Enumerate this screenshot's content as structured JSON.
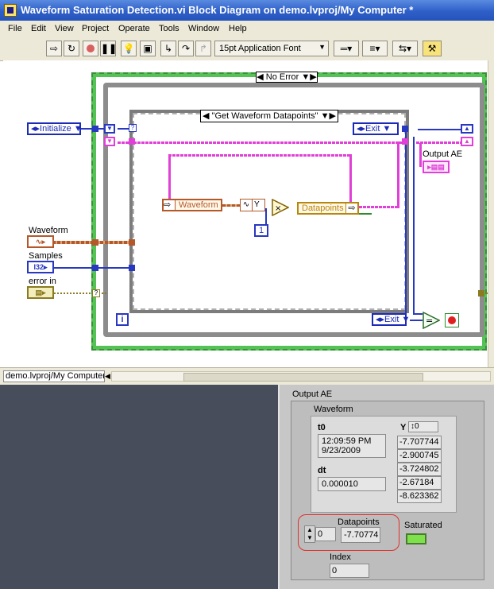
{
  "window": {
    "title": "Waveform Saturation Detection.vi Block Diagram on demo.lvproj/My Computer *"
  },
  "menu": [
    "File",
    "Edit",
    "View",
    "Project",
    "Operate",
    "Tools",
    "Window",
    "Help"
  ],
  "toolbar": {
    "font": "15pt Application Font"
  },
  "diagram": {
    "case_outer": "No Error",
    "case_inner": "\"Get Waveform Datapoints\"",
    "initialize": "Initialize",
    "exit_top": "Exit",
    "exit_bottom": "Exit",
    "output_ae": "Output AE",
    "waveform": "Waveform",
    "samples": "Samples",
    "samples_type": "I32",
    "error_in": "error in",
    "waveform_node": "Waveform",
    "y_label": "Y",
    "datapoints_node": "Datapoints",
    "const_one": "1",
    "iteration": "i"
  },
  "status": {
    "path": "demo.lvproj/My Computer"
  },
  "front_panel": {
    "output_ae": "Output AE",
    "waveform": "Waveform",
    "t0_label": "t0",
    "t0_time": "12:09:59 PM",
    "t0_date": "9/23/2009",
    "dt_label": "dt",
    "dt_value": "0.000010",
    "y_label": "Y",
    "y_index": "0",
    "y_values": [
      "-7.707744",
      "-2.900745",
      "-3.724802",
      "-2.67184",
      "-8.623362"
    ],
    "datapoints_label": "Datapoints",
    "datapoints_index": "0",
    "datapoints_value": "-7.70774",
    "saturated_label": "Saturated",
    "index_label": "Index",
    "index_value": "0"
  },
  "colors": {
    "highlight_ring": "#e0302a",
    "led_on": "#7ee04a",
    "wire_string": "#e040d8",
    "wire_int": "#2838c0",
    "wire_waveform": "#b4582a"
  }
}
